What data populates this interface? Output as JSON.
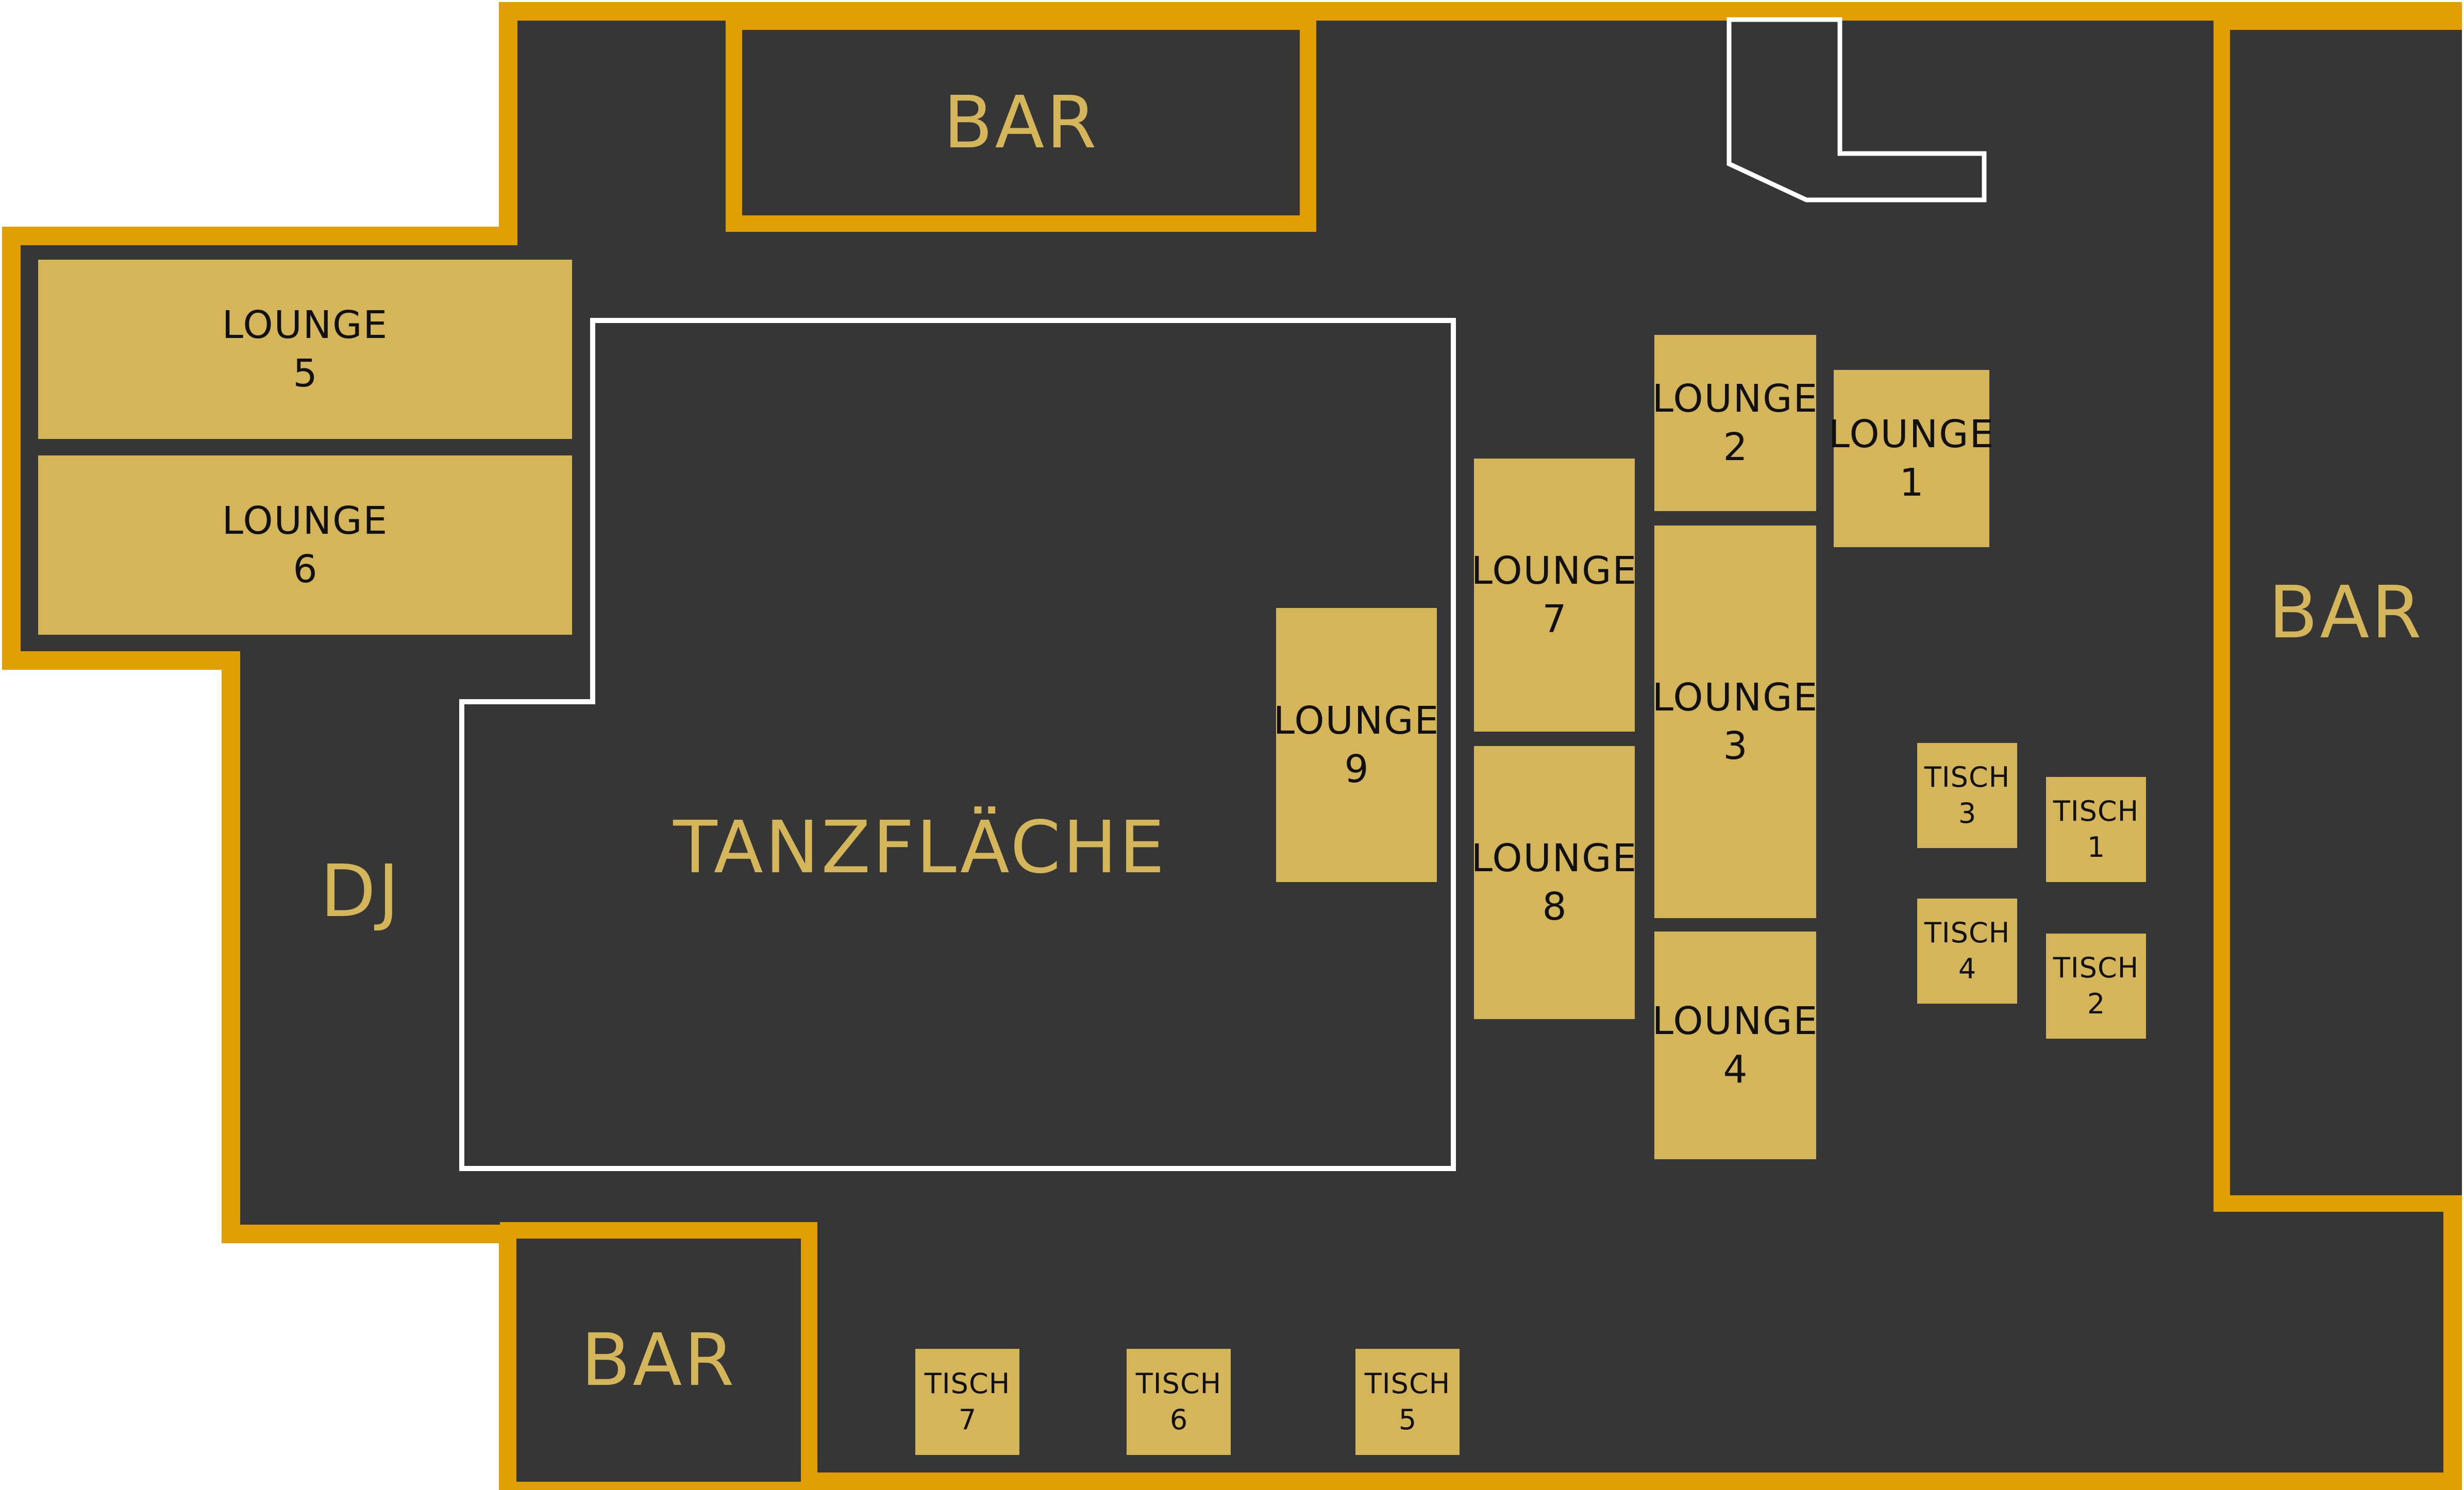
{
  "colors": {
    "wall": "#E09E00",
    "floor": "#363636",
    "seat": "#D4B55A",
    "label": "#D4B55A",
    "outline": "#FFFFFF"
  },
  "areas": {
    "bar_top": "BAR",
    "bar_right": "BAR",
    "bar_bottom": "BAR",
    "dj": "DJ",
    "dancefloor": "TANZFLÄCHE"
  },
  "lounges": [
    {
      "word": "LOUNGE",
      "number": "1"
    },
    {
      "word": "LOUNGE",
      "number": "2"
    },
    {
      "word": "LOUNGE",
      "number": "3"
    },
    {
      "word": "LOUNGE",
      "number": "4"
    },
    {
      "word": "LOUNGE",
      "number": "5"
    },
    {
      "word": "LOUNGE",
      "number": "6"
    },
    {
      "word": "LOUNGE",
      "number": "7"
    },
    {
      "word": "LOUNGE",
      "number": "8"
    },
    {
      "word": "LOUNGE",
      "number": "9"
    }
  ],
  "tables": [
    {
      "word": "TISCH",
      "number": "1"
    },
    {
      "word": "TISCH",
      "number": "2"
    },
    {
      "word": "TISCH",
      "number": "3"
    },
    {
      "word": "TISCH",
      "number": "4"
    },
    {
      "word": "TISCH",
      "number": "5"
    },
    {
      "word": "TISCH",
      "number": "6"
    },
    {
      "word": "TISCH",
      "number": "7"
    }
  ]
}
